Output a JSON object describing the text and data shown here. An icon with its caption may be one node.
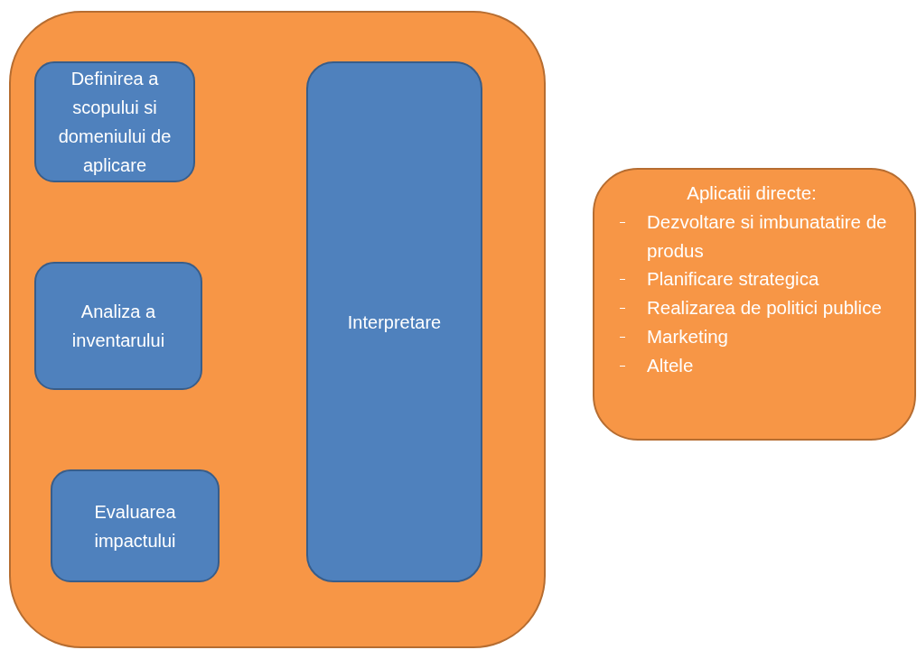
{
  "diagram": {
    "nodes": [
      {
        "text": [],
        "shape": "box"
      },
      {
        "text": [
          "Definirea a scopului si domeniului de aplicare"
        ],
        "in": 0
      },
      {
        "text": [
          "Analiza a inventarului"
        ],
        "in": 0
      },
      {
        "text": [
          "Evaluarea impactului"
        ],
        "in": 0
      },
      {
        "text": [
          "Interpretare"
        ],
        "in": 0
      },
      {
        "text": [
          "Aplicatii directe:",
          "Dezvoltare si imbunatatire de produs",
          "Planificare strategica",
          "Realizarea de politici publice",
          "Marketing",
          "Altele"
        ]
      }
    ]
  }
}
